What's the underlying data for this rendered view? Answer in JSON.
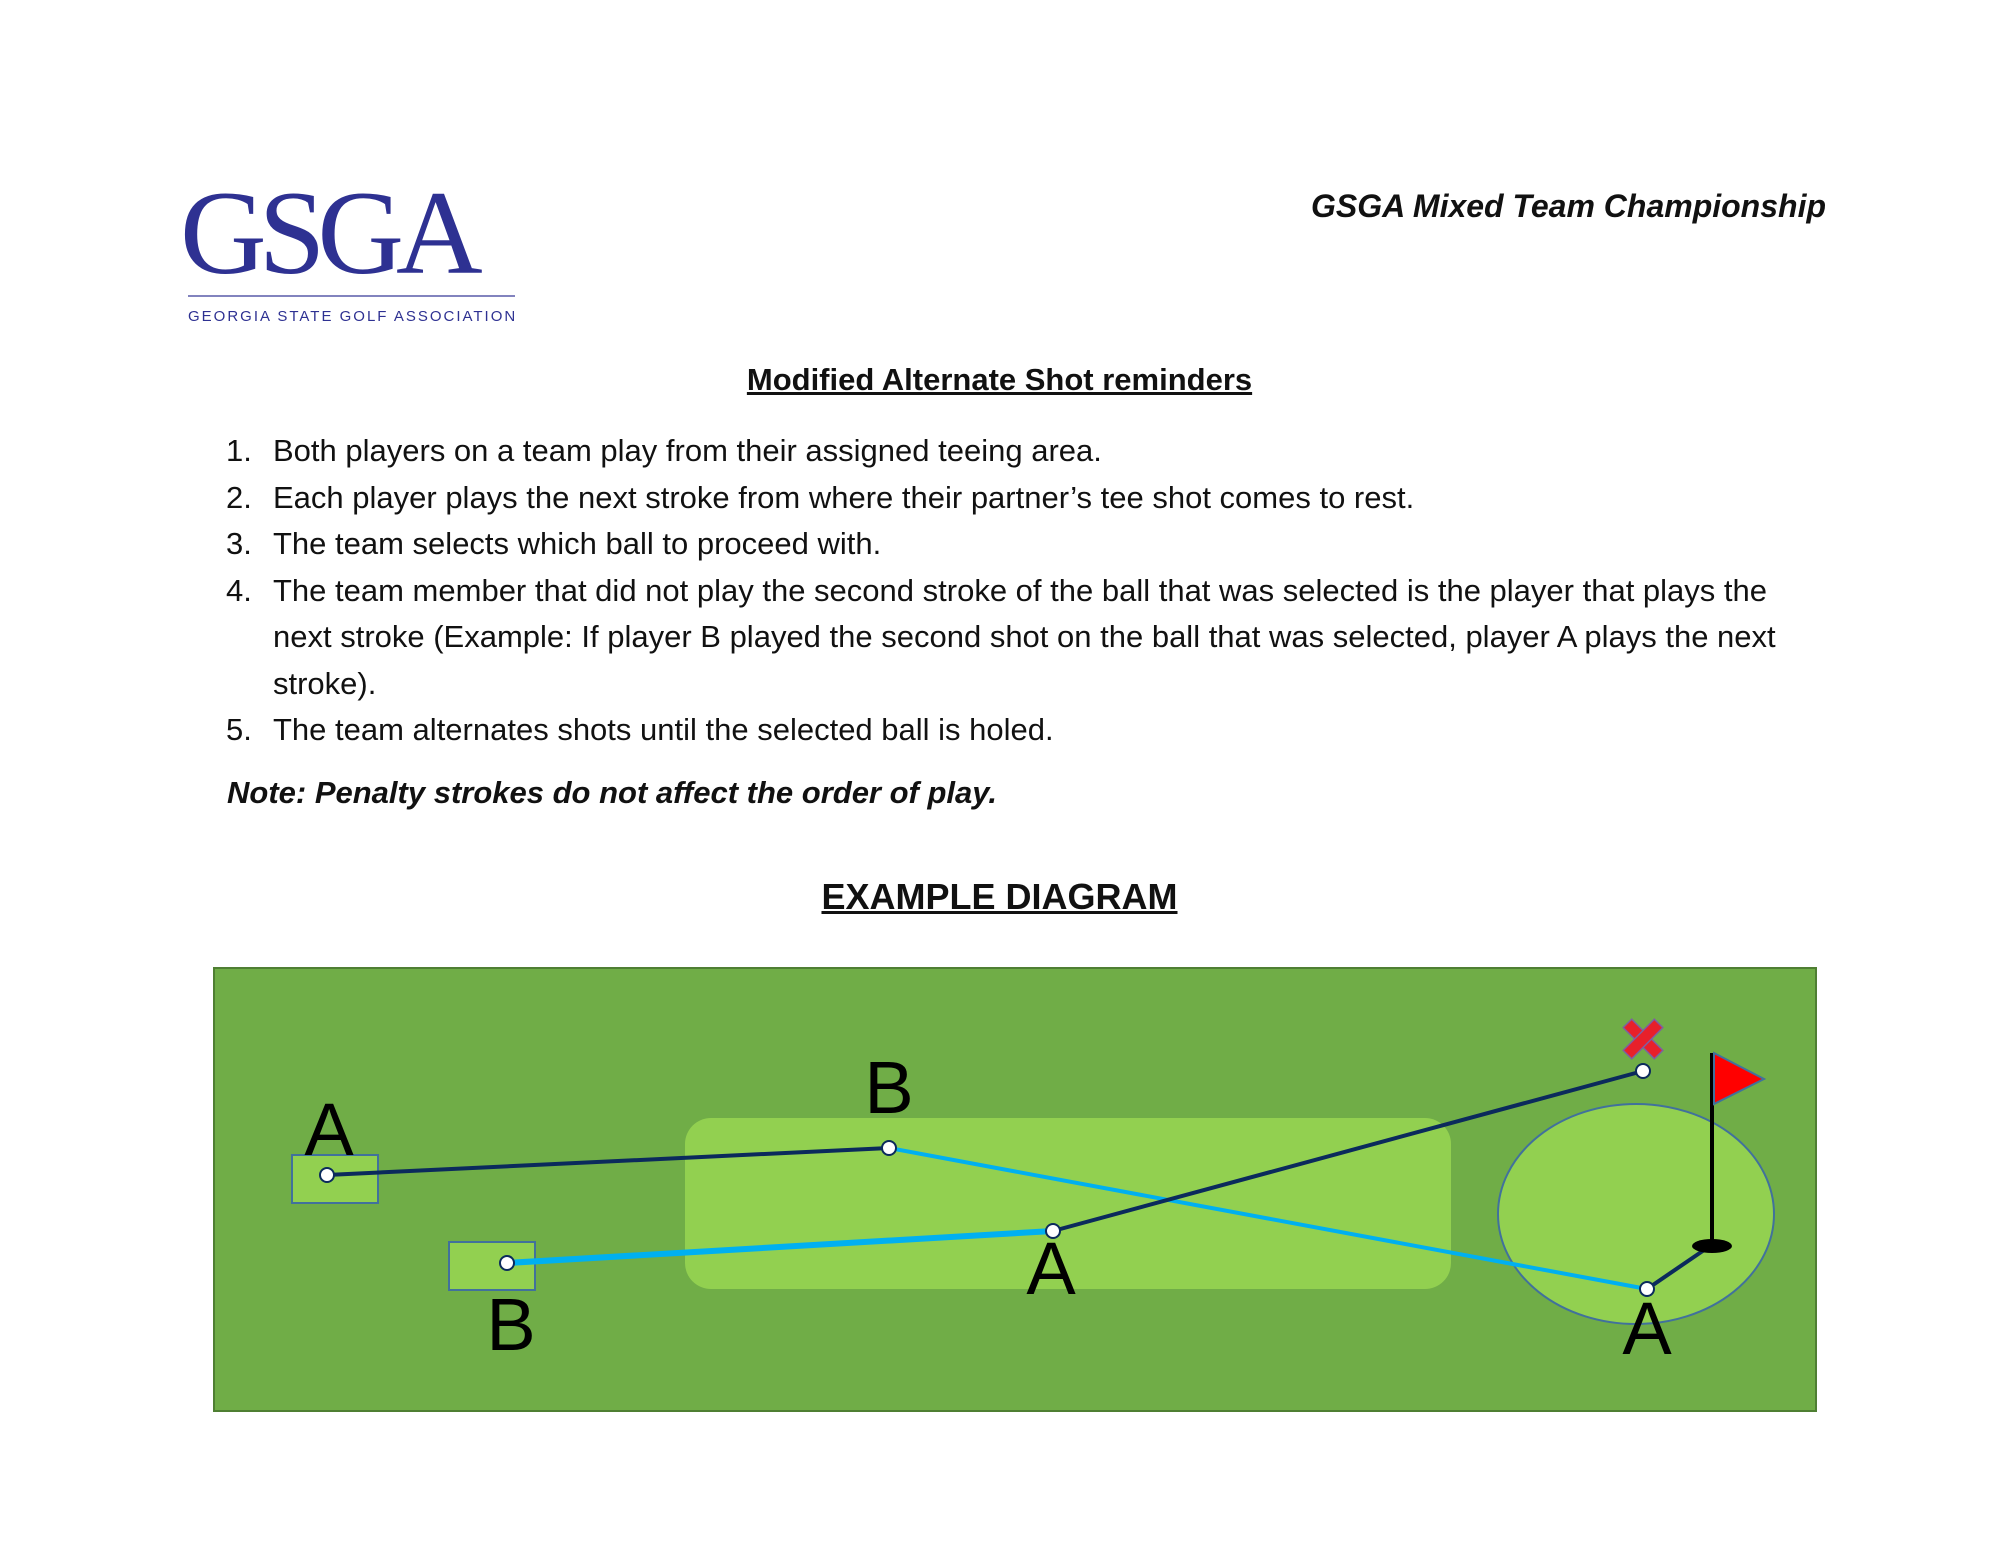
{
  "logo": {
    "wordmark": "GSGA",
    "subtitle": "GEORGIA STATE GOLF ASSOCIATION"
  },
  "header": {
    "event_title": "GSGA Mixed Team Championship"
  },
  "reminders": {
    "title": "Modified Alternate Shot reminders",
    "items": [
      {
        "num": "1.",
        "text": "Both players on a team play from their assigned teeing area."
      },
      {
        "num": "2.",
        "text": "Each player plays the next stroke from where their partner’s tee shot comes to rest."
      },
      {
        "num": "3.",
        "text": "The team selects which ball to proceed with."
      },
      {
        "num": "4.",
        "text": "The team member that did not play the second stroke of the ball that was selected is the player that plays the next stroke (Example: If player B played the second shot on the ball that was selected, player A plays the next stroke)."
      },
      {
        "num": "5.",
        "text": "The team alternates shots until the selected ball is holed."
      }
    ],
    "note": "Note:  Penalty strokes do not affect the order of play."
  },
  "diagram": {
    "title": "EXAMPLE DIAGRAM",
    "labels": {
      "tee_a": "A",
      "tee_b": "B",
      "fairway_b": "B",
      "fairway_a": "A",
      "green_a": "A"
    },
    "colors": {
      "rough": "#70ad47",
      "fairway": "#92d050",
      "team_line_dark": "#0b2a5c",
      "team_line_light": "#00b0f0",
      "flag": "#ff0000",
      "discarded_marker": "#e8202a"
    }
  }
}
